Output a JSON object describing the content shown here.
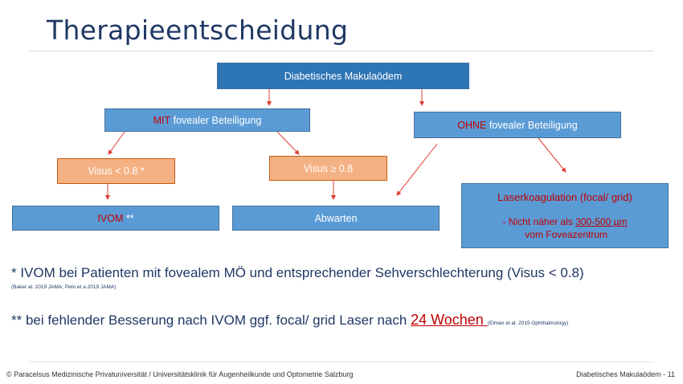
{
  "title": "Therapieentscheidung",
  "nodes": {
    "root": "Diabetisches Makulaödem",
    "mit_prefix": "MIT",
    "mit_rest": " fovealer Beteiligung",
    "ohne_prefix": "OHNE",
    "ohne_rest": " fovealer Beteiligung",
    "visus_low": "Visus < 0.8 *",
    "visus_high": "Visus ≥ 0.8",
    "ivom_prefix": "IVOM",
    "ivom_rest": " **",
    "abwarten": "Abwarten",
    "laser_title": "Laserkoagulation (focal/ grid)",
    "laser_detail_pre": "- Nicht näher als ",
    "laser_detail_um": "300-500 µm",
    "laser_detail_post": " vom Foveazentrum"
  },
  "notes": {
    "note1": "* IVOM bei Patienten mit fovealem MÖ und entsprechender Sehverschlechterung (Visus < 0.8)",
    "note1_ref": "(Baker al. 2019 JAMA; Peto et a.2019 JAMA)",
    "note2_pre": "** bei fehlender Besserung nach IVOM ggf. focal/ grid Laser nach ",
    "note2_highlight": "24 Wochen ",
    "note2_ref": "(Elman et al. 2015 Ophthalmology)"
  },
  "footer": {
    "left": "© Paracelsus Medizinische Privatuniversität / Universitätsklinik für Augenheilkunde und Optometrie Salzburg",
    "right": "Diabetisches Makulaödem - 11"
  },
  "colors": {
    "title": "#1f3864",
    "box_blue": "#2e75b6",
    "box_light_blue": "#5b9bd5",
    "box_orange": "#f4b183",
    "accent_red": "#c00000",
    "arrow": "#e03c31"
  }
}
